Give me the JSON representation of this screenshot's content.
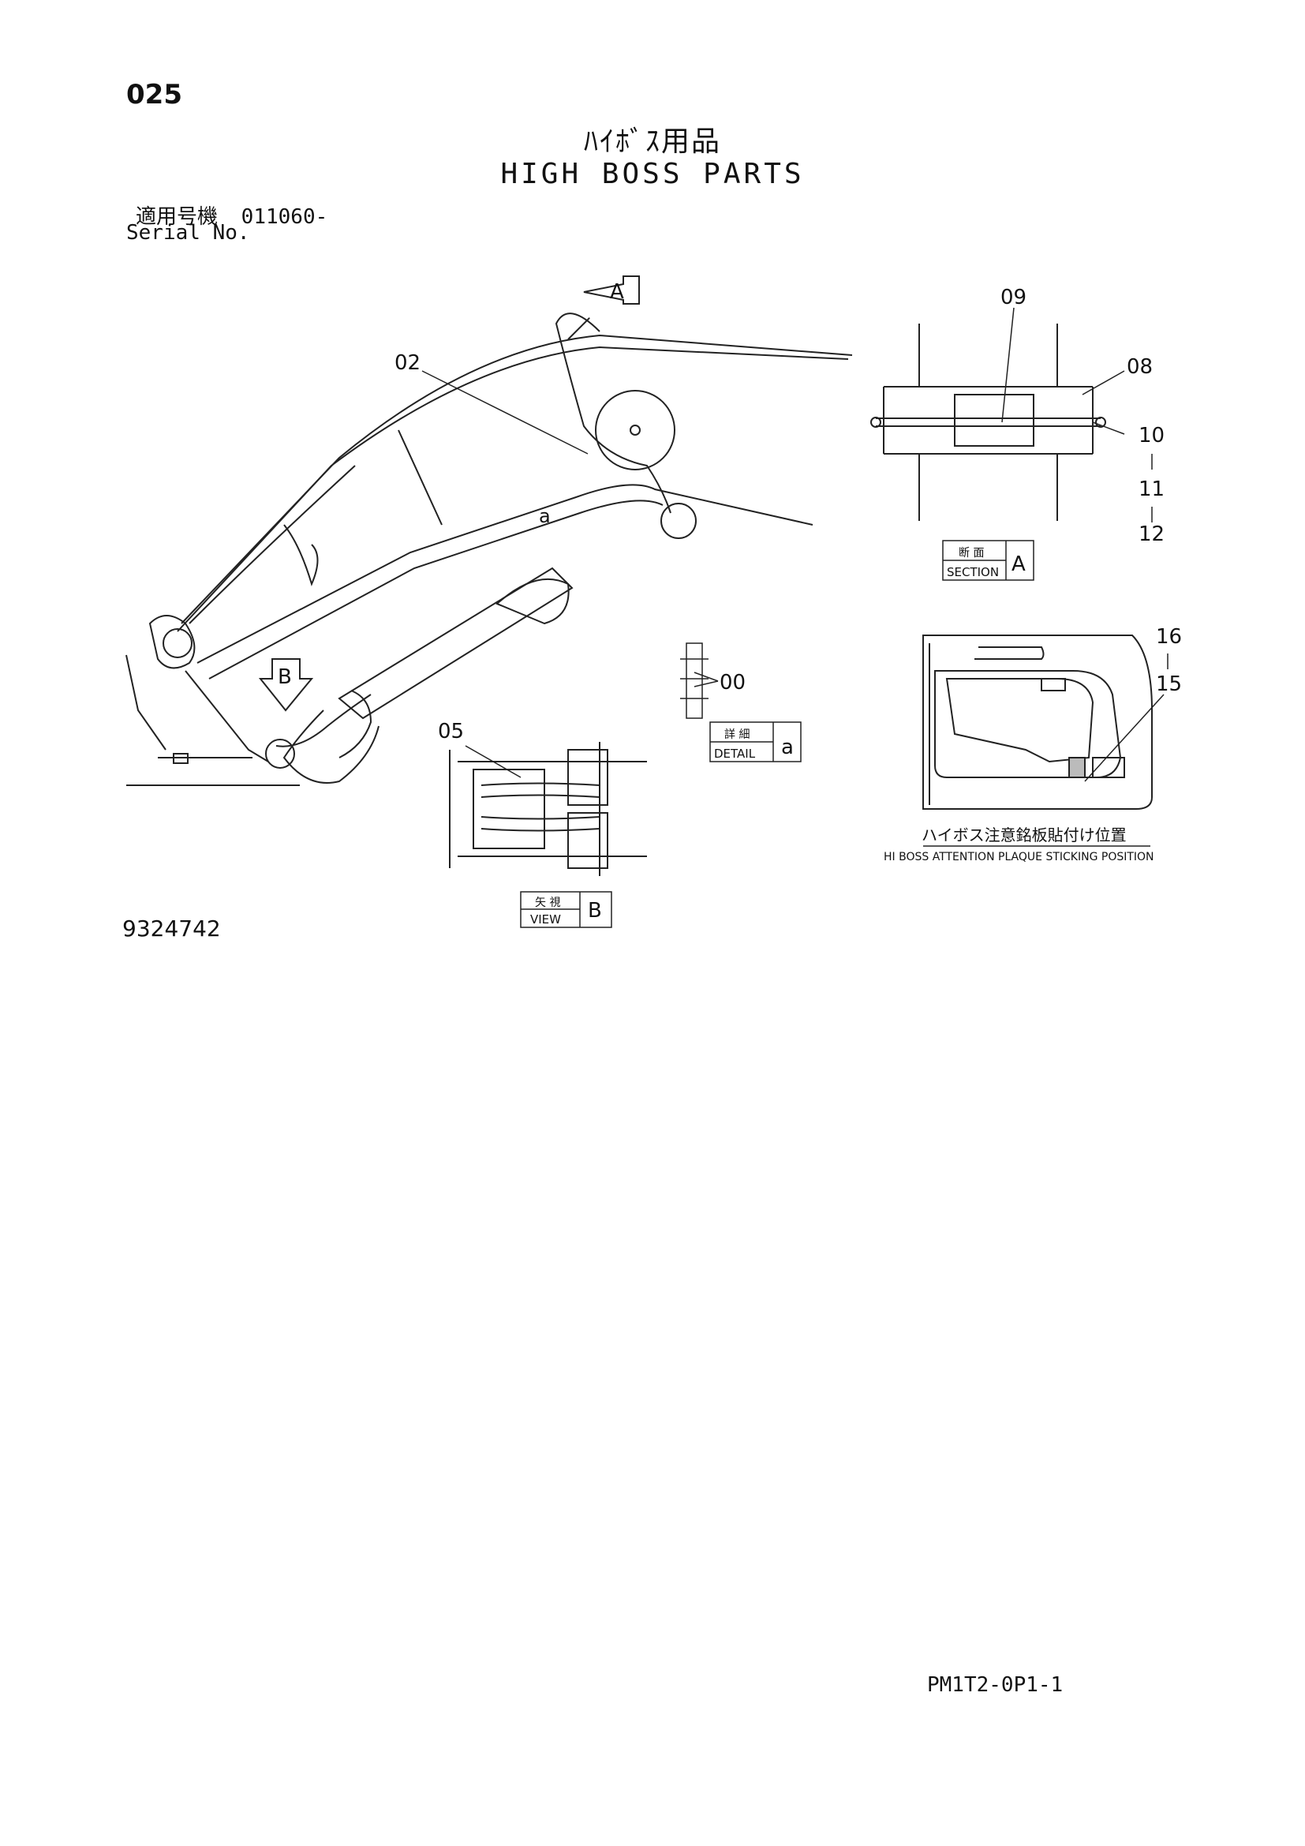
{
  "header": {
    "page_number": "025",
    "title_jp": "ﾊｲﾎﾞｽ用品",
    "title_en": "HIGH BOSS PARTS",
    "serial_label_jp": "適用号機",
    "serial_value": "011060-",
    "serial_label_en": "Serial No."
  },
  "callouts": {
    "c00": "00",
    "c02": "02",
    "c05": "05",
    "c08": "08",
    "c09": "09",
    "c10": "10",
    "c11": "11",
    "c12": "12",
    "c15": "15",
    "c16": "16",
    "detail_ref": "a"
  },
  "arrows": {
    "view_a": "A",
    "view_b": "B"
  },
  "labels": {
    "section_jp": "断 面",
    "section_en": "SECTION",
    "section_letter": "A",
    "detail_jp": "詳 細",
    "detail_en": "DETAIL",
    "detail_letter": "a",
    "view_jp": "矢 視",
    "view_en": "VIEW",
    "view_letter": "B",
    "plaque_jp": "ハイボス注意銘板貼付け位置",
    "plaque_en": "HI BOSS ATTENTION PLAQUE STICKING POSITION"
  },
  "footer": {
    "drawing_number": "9324742",
    "page_code": "PM1T2-0P1-1"
  }
}
